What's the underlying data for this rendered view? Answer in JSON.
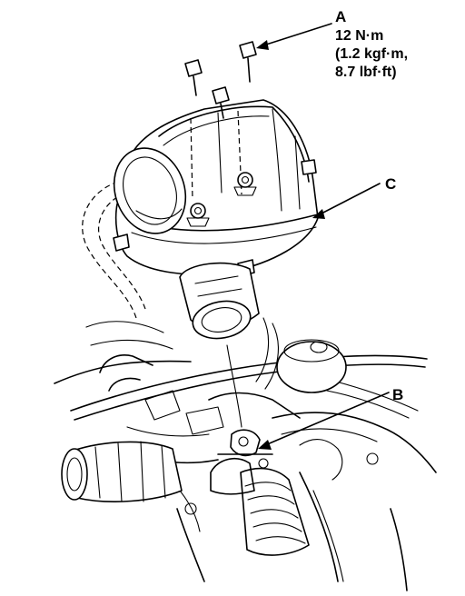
{
  "callouts": {
    "a": {
      "letter": "A",
      "torque_line1": "12 N·m",
      "torque_line2": "(1.2 kgf·m,",
      "torque_line3": "8.7 lbf·ft)"
    },
    "b": {
      "letter": "B"
    },
    "c": {
      "letter": "C"
    }
  },
  "colors": {
    "ink": "#000000",
    "paper": "#ffffff"
  }
}
